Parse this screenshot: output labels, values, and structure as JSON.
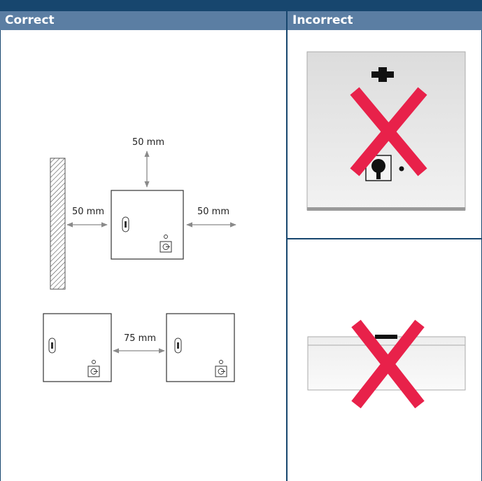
{
  "header": {
    "title_partial": "",
    "correct_label": "Correct",
    "incorrect_label": "Incorrect"
  },
  "diagram": {
    "top_clearance": "50 mm",
    "left_clearance": "50 mm",
    "right_clearance": "50 mm",
    "between_units": "75 mm"
  },
  "colors": {
    "header_dark": "#17466e",
    "header_light": "#5b7ea3",
    "cross_red": "#e8214a",
    "line_gray": "#8a8a8a"
  }
}
